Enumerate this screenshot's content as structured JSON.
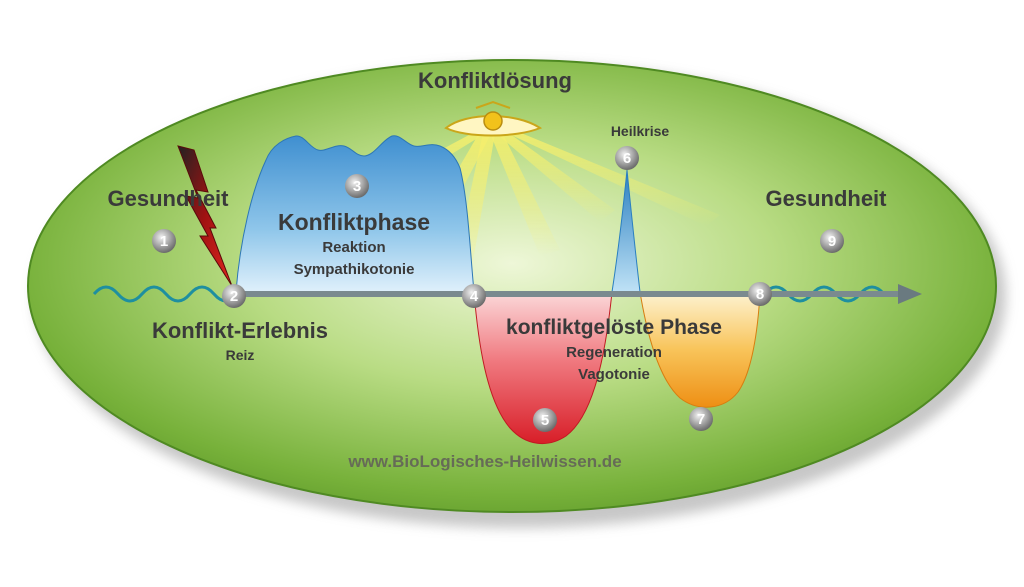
{
  "title": "Konfliktlösung",
  "health_left": "Gesundheit",
  "health_right": "Gesundheit",
  "conflict_phase": {
    "title": "Konfliktphase",
    "line1": "Reaktion",
    "line2": "Sympathikotonie"
  },
  "conflict_event": {
    "title": "Konflikt-Erlebnis",
    "sub": "Reiz"
  },
  "resolved_phase": {
    "title": "konfliktgelöste Phase",
    "line1": "Regeneration",
    "line2": "Vagotonie"
  },
  "healing_crisis": "Heilkrise",
  "url": "www.BioLogisches-Heilwissen.de",
  "markers": [
    "1",
    "2",
    "3",
    "4",
    "5",
    "6",
    "7",
    "8",
    "9"
  ],
  "colors": {
    "ellipse": "#7fb83c",
    "conflict_phase": "#4a9fd8",
    "regeneration": "#e8323a",
    "recovery": "#f3a21e",
    "axis": "#7a8a8f",
    "wave": "#1e8fa0"
  }
}
